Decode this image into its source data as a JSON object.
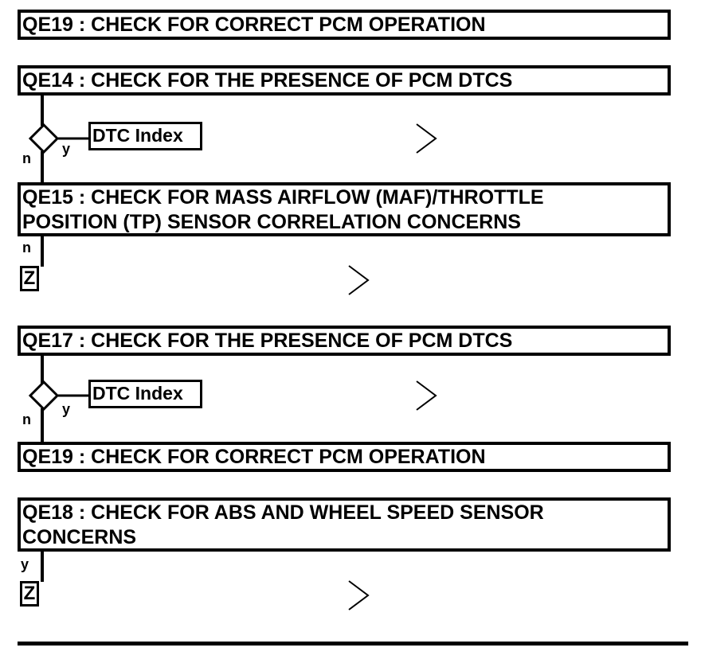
{
  "steps": [
    {
      "text": "QE19 : CHECK FOR CORRECT PCM OPERATION"
    },
    {
      "text": "QE14 : CHECK FOR THE PRESENCE OF PCM DTCS"
    },
    {
      "text": "QE15 : CHECK FOR MASS AIRFLOW (MAF)/THROTTLE POSITION (TP) SENSOR CORRELATION CONCERNS",
      "line1": "QE15 : CHECK FOR MASS AIRFLOW (MAF)/THROTTLE",
      "line2": "POSITION (TP) SENSOR CORRELATION CONCERNS"
    },
    {
      "text": "QE17 : CHECK FOR THE PRESENCE OF PCM DTCS"
    },
    {
      "text": "QE19 : CHECK FOR CORRECT PCM OPERATION"
    },
    {
      "text": "QE18 : CHECK FOR ABS AND WHEEL SPEED SENSOR CONCERNS",
      "line1": "QE18 : CHECK FOR ABS AND WHEEL SPEED SENSOR",
      "line2": "CONCERNS"
    }
  ],
  "links": {
    "dtc_index": "DTC Index",
    "z": "Z"
  },
  "branch_labels": {
    "yes": "y",
    "no": "n"
  },
  "icons": {
    "decision": "decision-diamond-icon",
    "go": "chevron-right-icon"
  }
}
